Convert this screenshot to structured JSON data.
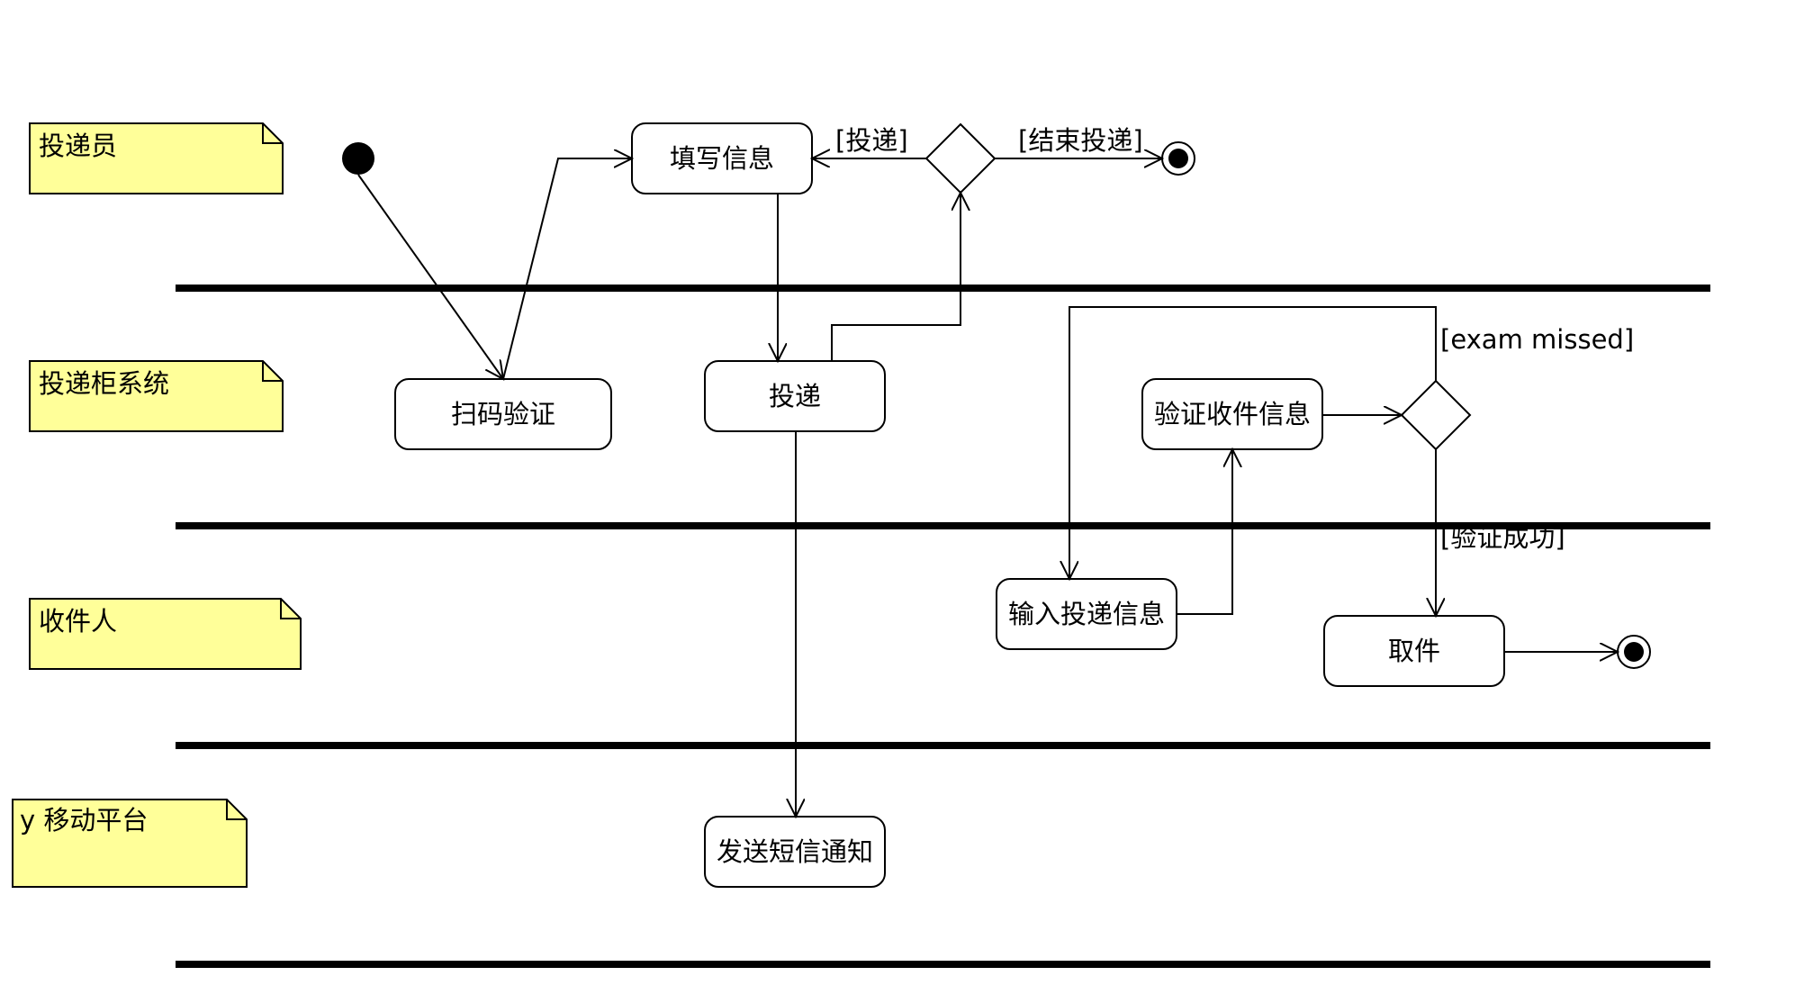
{
  "lanes": {
    "courier": "投递员",
    "locker_system": "投递柜系统",
    "recipient": "收件人",
    "mobile_platform": "y 移动平台"
  },
  "actions": {
    "fill_info": "填写信息",
    "scan_verify": "扫码验证",
    "deliver": "投递",
    "verify_pickup_info": "验证收件信息",
    "enter_delivery_info": "输入投递信息",
    "pickup": "取件",
    "send_sms": "发送短信通知"
  },
  "guards": {
    "deliver": "[投递]",
    "end_delivery": "[结束投递]",
    "exam_missed": "[exam missed]",
    "verify_success": "[验证成功]"
  }
}
